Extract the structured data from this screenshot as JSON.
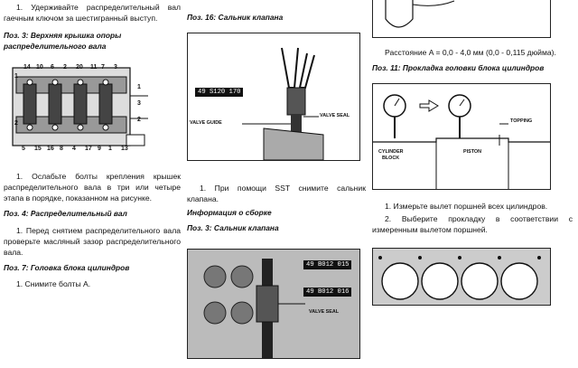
{
  "col1": {
    "p1": "1. Удерживайте распределительный вал гаечным ключом за шестигранный выступ.",
    "h1": "Поз. 3: Верхняя крышка опоры распределительного вала",
    "bolt_nums_top": [
      "14",
      "10",
      "6",
      "2",
      "20",
      "11",
      "7",
      "3"
    ],
    "bolt_nums_bottom": [
      "5",
      "15",
      "16",
      "8",
      "4",
      "17",
      "9",
      "1",
      "13"
    ],
    "side_left": [
      "1",
      "2"
    ],
    "side_right": [
      "1",
      "3",
      "2"
    ],
    "p2": "1. Ослабьте болты крепления крышек распределительного вала в три или четыре этапа в порядке, показанном на рисунке.",
    "h2": "Поз. 4: Распределительный вал",
    "p3": "1. Перед снятием распределительного вала проверьте масляный зазор распределительного вала.",
    "h3": "Поз. 7: Головка блока цилиндров",
    "p4": "1. Снимите болты А."
  },
  "col2": {
    "h1": "Поз. 16: Сальник клапана",
    "code1": "49 S120 170",
    "label_guide": "VALVE GUIDE",
    "label_seal": "VALVE SEAL",
    "p1": "1. При помощи SST снимите сальник клапана.",
    "h2": "Информация о сборке",
    "h3": "Поз. 3: Сальник клапана",
    "code2": "49 B012 015",
    "code3": "49 B012 016",
    "label_seal2": "VALVE SEAL"
  },
  "col3": {
    "p1": "Расстояние A = 0,0 - 4,0 мм (0,0 - 0,115 дюйма).",
    "h1": "Поз. 11: Прокладка головки блока цилиндров",
    "label_topping": "TOPPING",
    "label_block1": "CYLINDER",
    "label_block2": "BLOCK",
    "label_piston": "PISTON",
    "p2": "1. Измерьте вылет поршней всех цилиндров.",
    "p3": "2. Выберите прокладку в соответствии с измеренным вылетом поршней."
  }
}
